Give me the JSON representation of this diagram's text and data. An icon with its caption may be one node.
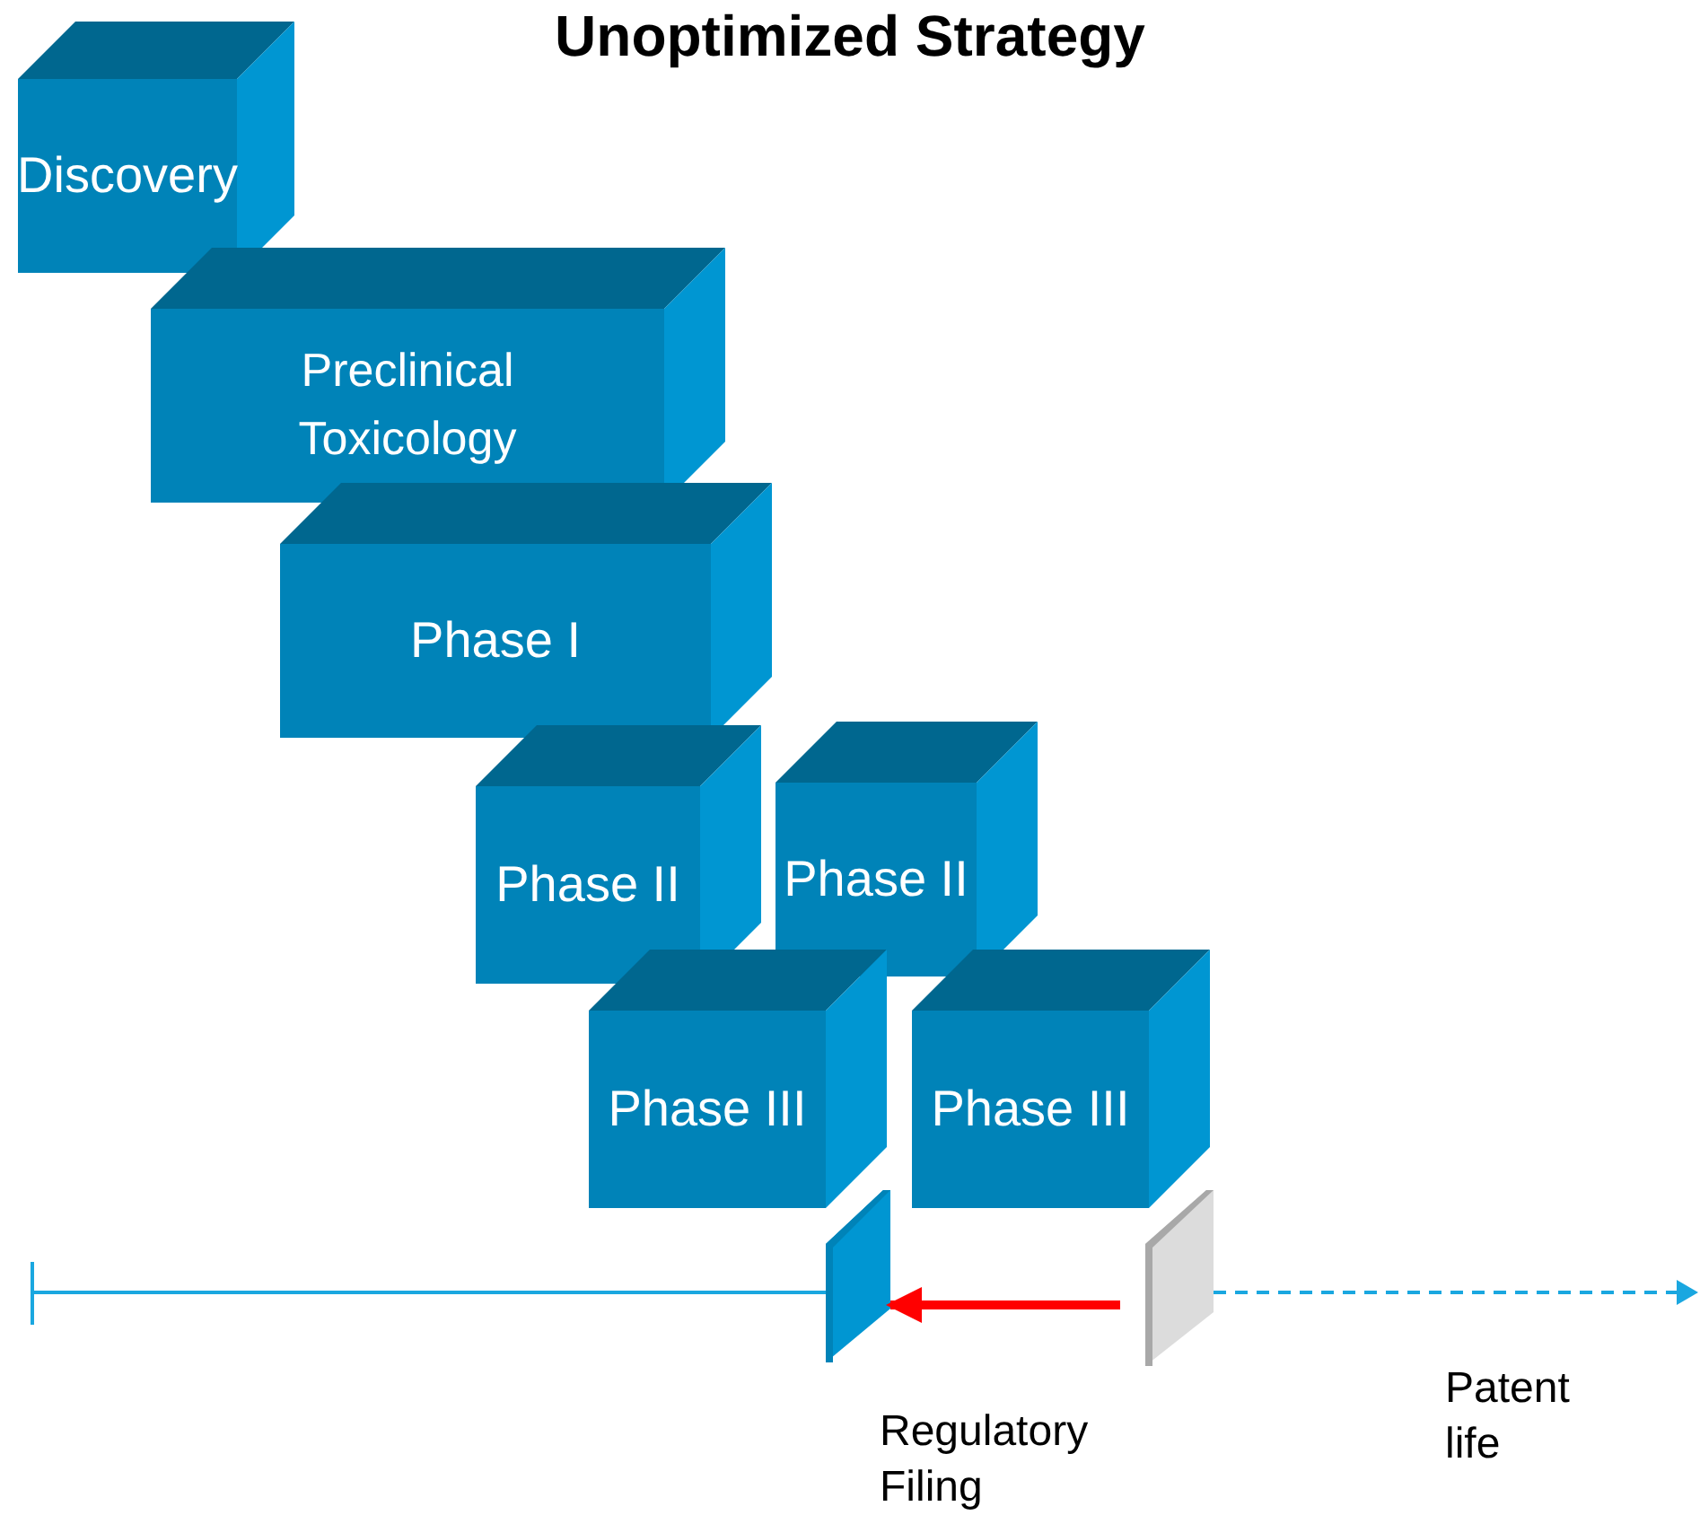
{
  "diagram": {
    "title": "Unoptimized Strategy",
    "nodes": [
      {
        "text": [
          "Discovery"
        ]
      },
      {
        "text": [
          "Preclinical Toxicology"
        ]
      },
      {
        "text": [
          "Phase I"
        ]
      },
      {
        "text": [
          "Phase II"
        ]
      },
      {
        "text": [
          "Phase II"
        ]
      },
      {
        "text": [
          "Phase III"
        ]
      },
      {
        "text": [
          "Phase III"
        ]
      },
      {
        "text": [],
        "shape": "bar",
        "beside": [
          "Regulatory Filing"
        ]
      },
      {
        "text": [],
        "shape": "bar"
      }
    ],
    "edges": [
      {
        "from": 8,
        "to": 7,
        "arrow": "to",
        "color": "#ff0000"
      }
    ],
    "labels": [
      "Patent life"
    ]
  }
}
